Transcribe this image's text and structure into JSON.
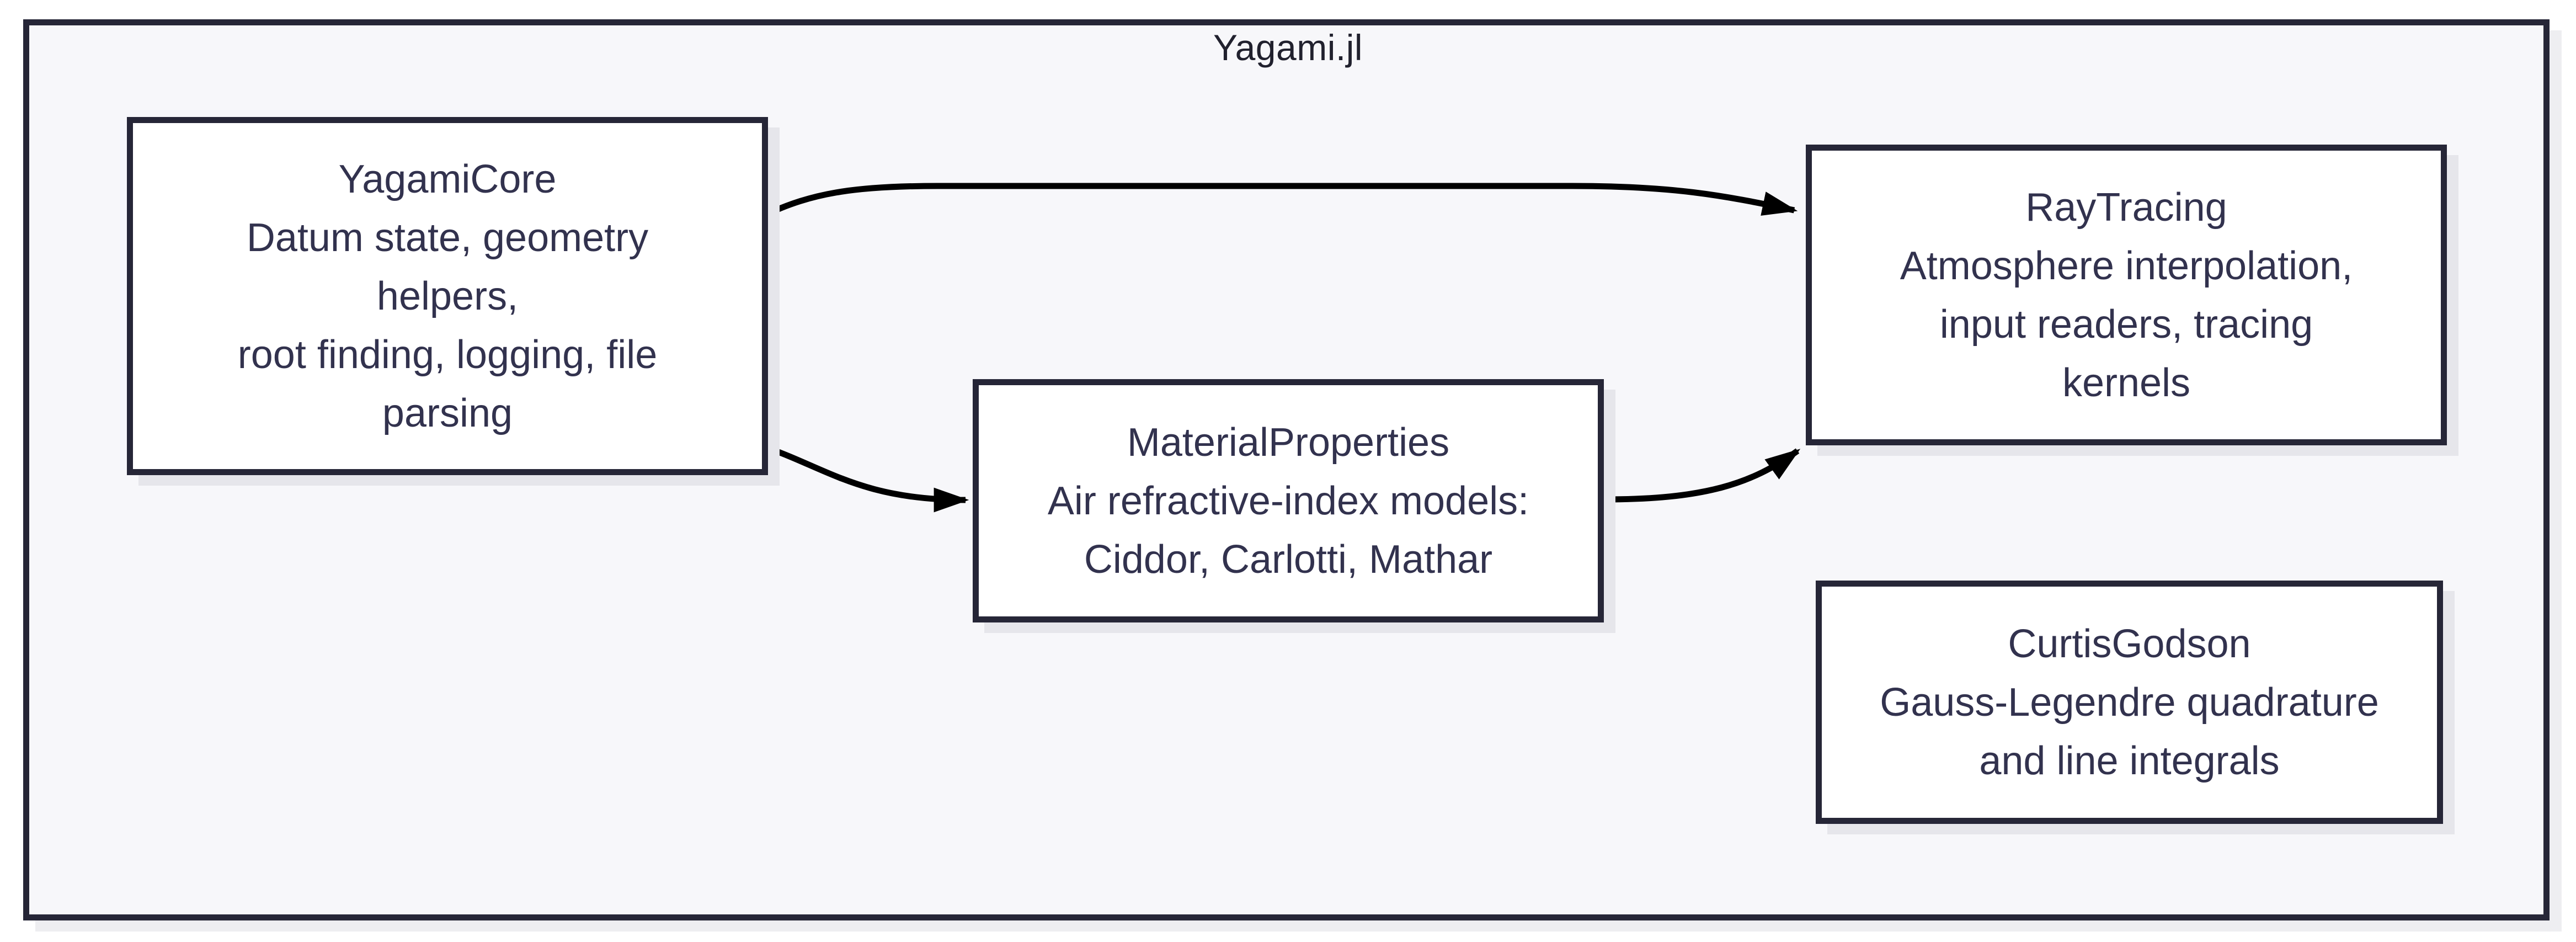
{
  "diagram": {
    "title": "Yagami.jl",
    "nodes": [
      {
        "id": "yagamicore",
        "title": "YagamiCore",
        "lines": [
          "Datum state, geometry",
          "helpers,",
          "root finding, logging, file",
          "parsing"
        ]
      },
      {
        "id": "materialproperties",
        "title": "MaterialProperties",
        "lines": [
          "Air refractive-index models:",
          "Ciddor, Carlotti, Mathar"
        ]
      },
      {
        "id": "raytracing",
        "title": "RayTracing",
        "lines": [
          "Atmosphere interpolation,",
          "input readers, tracing",
          "kernels"
        ]
      },
      {
        "id": "curtisgodson",
        "title": "CurtisGodson",
        "lines": [
          "Gauss-Legendre quadrature",
          "and line integrals"
        ]
      }
    ],
    "edges": [
      {
        "from": "YagamiCore",
        "to": "RayTracing"
      },
      {
        "from": "YagamiCore",
        "to": "MaterialProperties"
      },
      {
        "from": "MaterialProperties",
        "to": "RayTracing"
      }
    ],
    "colors": {
      "canvas_background": "#ffffff",
      "frame_background": "#f7f7fa",
      "border": "#262637",
      "node_fill": "#ffffff",
      "node_text": "#32324e",
      "title_text": "#21212e",
      "edge": "#000000",
      "shadow": "#e6e6eb"
    }
  }
}
